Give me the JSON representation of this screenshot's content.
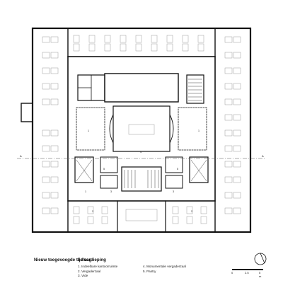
{
  "legend": {
    "title": "Nieuw toegevoegde tijdlaag",
    "floor": "1e verdieping",
    "items_col1": [
      "1. Indeelbare kantoorruimte",
      "2. Vergaderzaal",
      "3. Vide"
    ],
    "items_col2": [
      "4. Monumentale vergaderzaal",
      "5. Pantry"
    ]
  },
  "plan_labels": {
    "room_numbers": [
      "1",
      "1",
      "1",
      "2",
      "2",
      "3",
      "3",
      "4",
      "5",
      "5"
    ],
    "section_marks": [
      "A",
      "A"
    ]
  },
  "scale": {
    "ticks": [
      "0",
      "2.5",
      "5 m"
    ]
  },
  "icons": {
    "north": "north-arrow-icon"
  },
  "colors": {
    "wall": "#111111",
    "furniture": "#9a9a9a",
    "paper": "#ffffff"
  }
}
